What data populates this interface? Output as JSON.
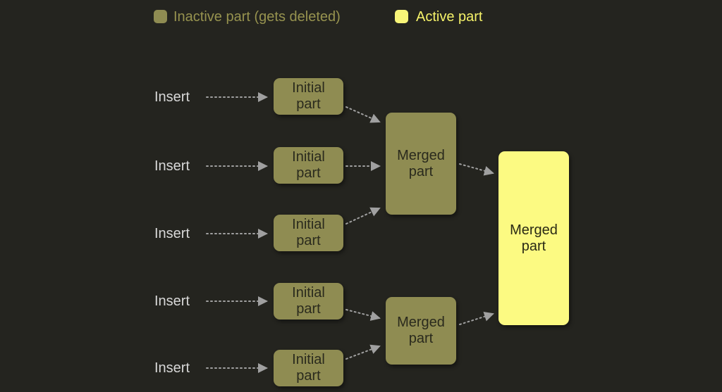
{
  "legend": {
    "inactive": {
      "label": "Inactive part (gets deleted)"
    },
    "active": {
      "label": "Active part"
    }
  },
  "diagram": {
    "insert_labels": [
      "Insert",
      "Insert",
      "Insert",
      "Insert",
      "Insert"
    ],
    "initial_parts": [
      "Initial part",
      "Initial part",
      "Initial part",
      "Initial part",
      "Initial part"
    ],
    "merged_parts": [
      "Merged part",
      "Merged part"
    ],
    "final_part": "Merged part"
  },
  "colors": {
    "background": "#24241f",
    "inactive_fill": "#8f8c52",
    "active_fill": "#fcfa82",
    "box_text": "#2a2a1d",
    "insert_text": "#d8d8d8",
    "legend_inactive_text": "#97934f",
    "legend_active_text": "#f5f269",
    "arrow": "#a0a0a0"
  },
  "icons": {
    "arrow_style": "dotted-arrow"
  }
}
